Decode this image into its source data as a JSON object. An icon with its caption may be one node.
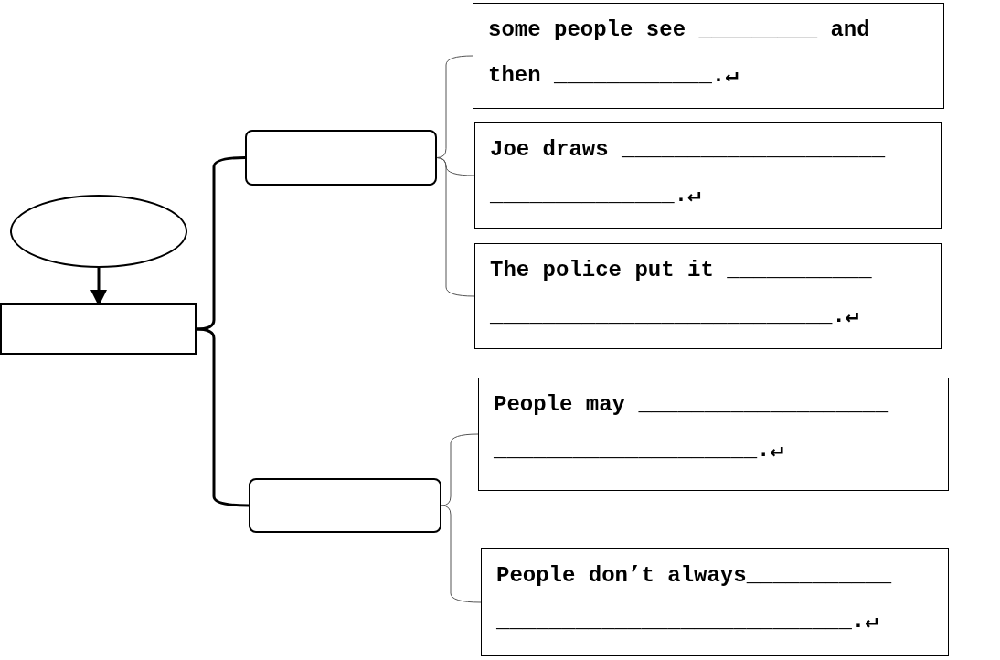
{
  "diagram": {
    "nodes": [
      {
        "text": [],
        "shape": "ellipse"
      },
      {
        "text": [],
        "shape": "box"
      },
      {
        "text": [],
        "shape": "box"
      },
      {
        "text": [],
        "shape": "box"
      },
      {
        "text": [
          "some people see _________ and then ____________.↵"
        ]
      },
      {
        "text": [
          "Joe draws ____________________ ______________.↵"
        ]
      },
      {
        "text": [
          "The police put it ___________ __________________________.↵"
        ]
      },
      {
        "text": [
          "People may ___________________ ____________________.↵"
        ]
      },
      {
        "text": [
          "People don’t always___________ ___________________________.↵"
        ]
      }
    ],
    "edges": [
      {
        "from": 0,
        "to": 1,
        "arrow": "to",
        "style": "thick"
      },
      {
        "from": 1,
        "to": 2,
        "arrow": "none",
        "style": "thick"
      },
      {
        "from": 1,
        "to": 3,
        "arrow": "none",
        "style": "thick"
      },
      {
        "from": 2,
        "to": 4,
        "arrow": "none"
      },
      {
        "from": 2,
        "to": 5,
        "arrow": "none"
      },
      {
        "from": 2,
        "to": 6,
        "arrow": "none"
      },
      {
        "from": 3,
        "to": 7,
        "arrow": "none"
      },
      {
        "from": 3,
        "to": 8,
        "arrow": "none"
      }
    ]
  }
}
